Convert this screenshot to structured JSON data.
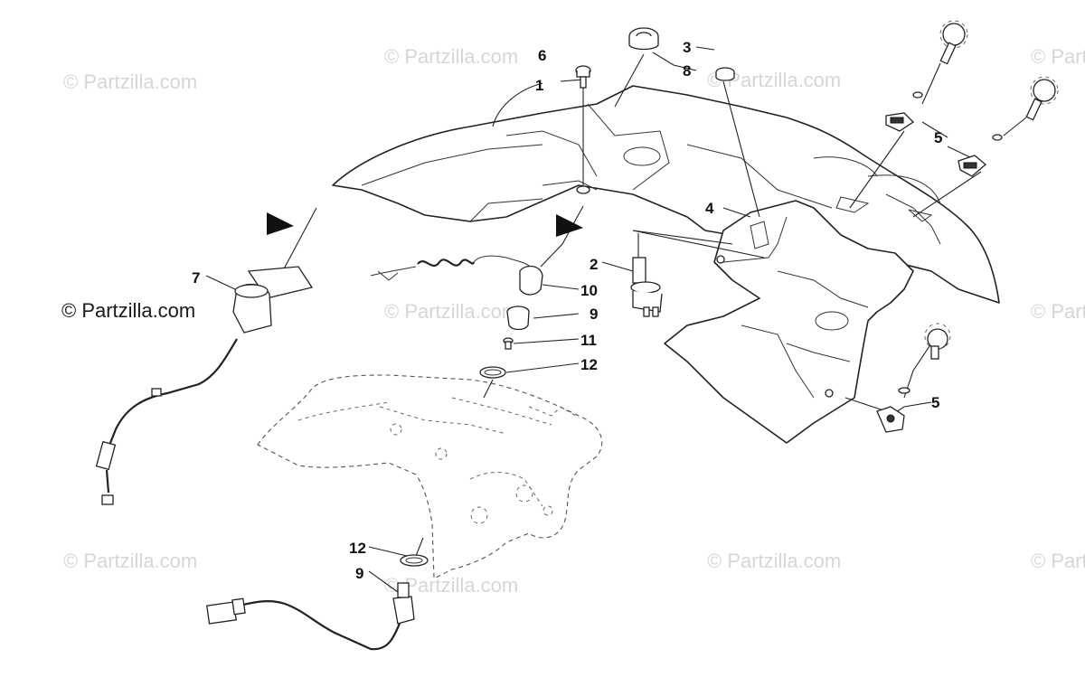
{
  "watermark": {
    "text": "© Partzilla.com",
    "symbol": "©",
    "brand": "Partzilla.com"
  },
  "callouts": [
    {
      "id": "c1",
      "label": "1"
    },
    {
      "id": "c2",
      "label": "2"
    },
    {
      "id": "c3",
      "label": "3"
    },
    {
      "id": "c4",
      "label": "4"
    },
    {
      "id": "c5a",
      "label": "5"
    },
    {
      "id": "c5b",
      "label": "5"
    },
    {
      "id": "c6",
      "label": "6"
    },
    {
      "id": "c7",
      "label": "7"
    },
    {
      "id": "c8",
      "label": "8"
    },
    {
      "id": "c9a",
      "label": "9"
    },
    {
      "id": "c9b",
      "label": "9"
    },
    {
      "id": "c10",
      "label": "10"
    },
    {
      "id": "c11",
      "label": "11"
    },
    {
      "id": "c12a",
      "label": "12"
    },
    {
      "id": "c12b",
      "label": "12"
    }
  ],
  "colors": {
    "line": "#222222",
    "watermark": "#d6d6d6",
    "background": "#ffffff"
  }
}
